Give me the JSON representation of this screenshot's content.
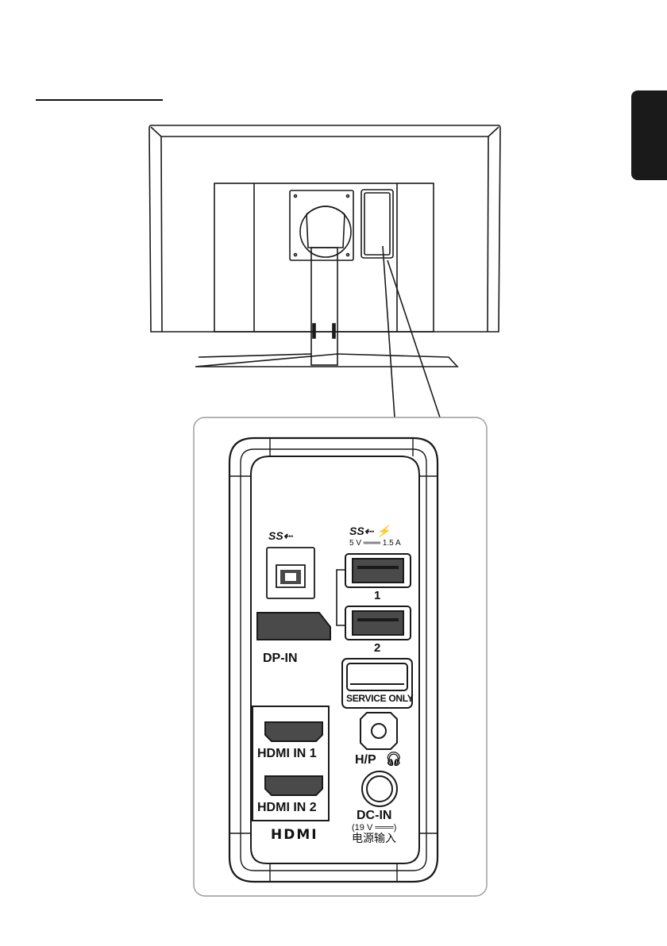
{
  "ports": {
    "usb_up_symbol": "SS⇠",
    "usb_down_symbol": "SS⇠ ⚡",
    "usb_power": "5 V ═══ 1.5 A",
    "usb_1": "1",
    "usb_2": "2",
    "dp_in": "DP-IN",
    "service_only": "SERVICE ONLY",
    "hdmi_in_1": "HDMI IN 1",
    "hdmi_in_2": "HDMI IN 2",
    "hdmi_logo": "HDMI",
    "headphone": "H/P",
    "dc_in": "DC-IN",
    "dc_spec": "(19 V ═══)",
    "dc_chinese": "电源输入"
  },
  "colors": {
    "line": "#1a1a1a",
    "port_fill": "#4a4a4a",
    "callout_border": "#9a9a9a"
  }
}
